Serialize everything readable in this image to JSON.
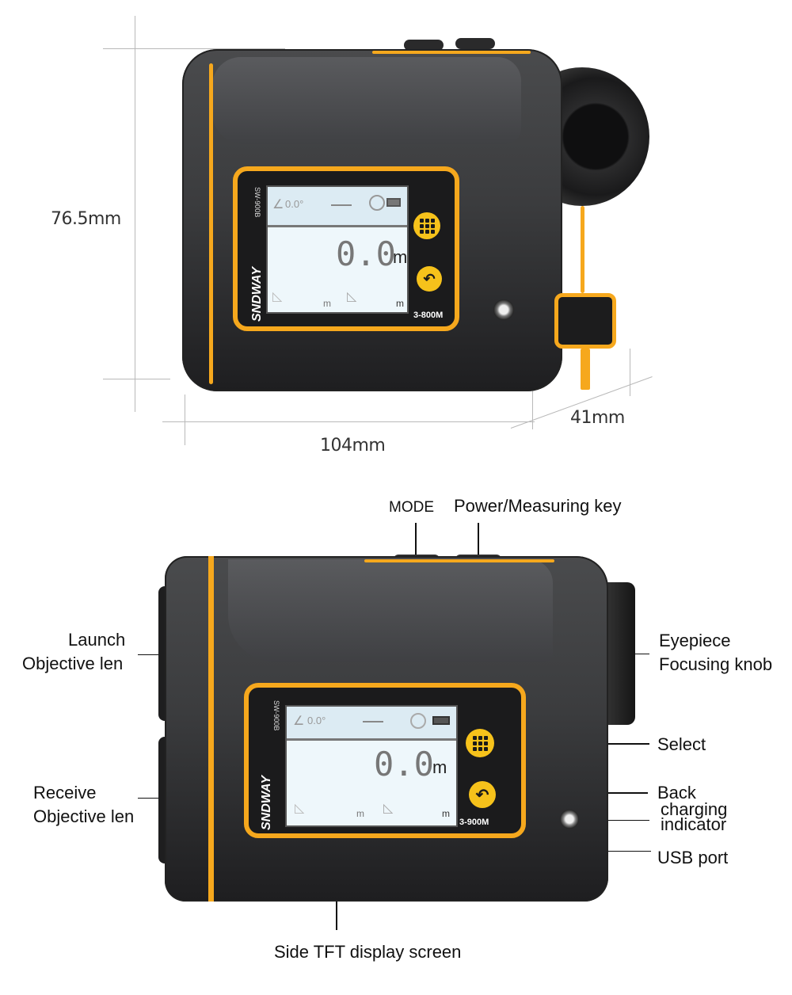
{
  "dimensions": {
    "height": "76.5mm",
    "width": "104mm",
    "depth": "41mm"
  },
  "device_top": {
    "brand": "SNDWAY",
    "model": "SW-900B",
    "lcd": {
      "angle": "0.0°",
      "reading": "0.0",
      "unit": "m",
      "sub_unit_1": "m",
      "sub_unit_2": "m"
    },
    "range": "3-800M"
  },
  "device_bottom": {
    "brand": "SNDWAY",
    "model": "SW-900B",
    "lcd": {
      "angle": "0.0°",
      "reading": "0.0",
      "unit": "m",
      "sub_unit_1": "m",
      "sub_unit_2": "m"
    },
    "range": "3-900M"
  },
  "callouts": {
    "mode": "MODE",
    "power": "Power/Measuring key",
    "launch_1": "Launch",
    "launch_2": "Objective len",
    "receive_1": "Receive",
    "receive_2": "Objective len",
    "eyepiece_1": "Eyepiece",
    "eyepiece_2": "Focusing knob",
    "select": "Select",
    "back": "Back",
    "charging_1": "charging",
    "charging_2": "indicator",
    "usb": "USB port",
    "display": "Side TFT display screen"
  },
  "colors": {
    "accent": "#f6a81d",
    "button": "#f6c21b",
    "body": "#3b3c3e",
    "lcd": "#eef7fb"
  }
}
